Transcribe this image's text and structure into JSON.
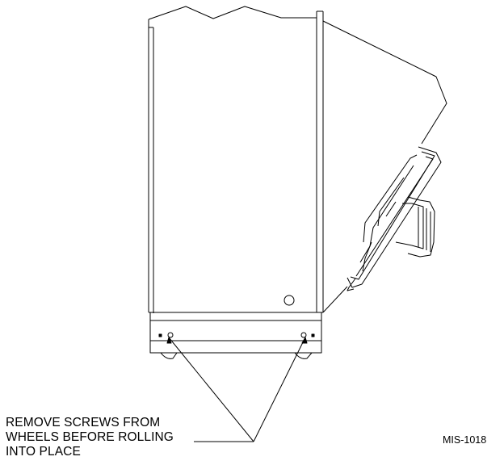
{
  "callout": {
    "line1": "REMOVE SCREWS FROM",
    "line2": "WHEELS BEFORE ROLLING",
    "line3": "INTO PLACE"
  },
  "figure_id": "MIS-1018"
}
